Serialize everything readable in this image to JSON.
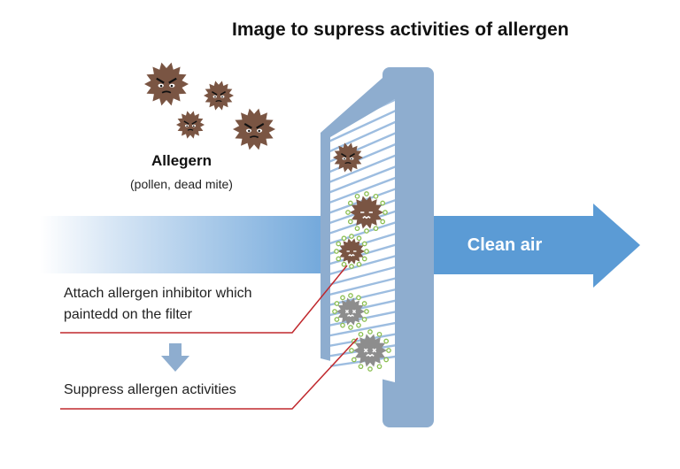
{
  "title": "Image to supress activities of allergen",
  "allergen": {
    "label": "Allegern",
    "examples": "(pollen, dead mite)"
  },
  "output_label": "Clean air",
  "callouts": {
    "attach": [
      "Attach allergen inhibitor which",
      "paintedd on the filter"
    ],
    "suppress": "Suppress allergen activities"
  },
  "colors": {
    "allergen_active": "#7a5543",
    "allergen_inactive": "#8d8d8d",
    "inhibitor_dots": "#8cbf52",
    "air_arrow": "#5b9bd5",
    "filter_frame": "#8eadcf",
    "callout_line": "#c0282d"
  }
}
